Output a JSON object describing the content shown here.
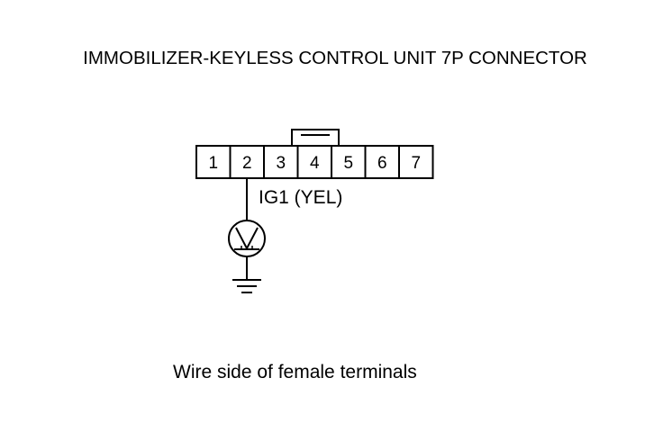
{
  "diagram": {
    "title": "IMMOBILIZER-KEYLESS CONTROL UNIT 7P CONNECTOR",
    "connector": {
      "terminals": [
        "1",
        "2",
        "3",
        "4",
        "5",
        "6",
        "7"
      ]
    },
    "wire": {
      "label": "IG1 (YEL)",
      "terminal": "2"
    },
    "meter": {
      "symbol": "V",
      "icon": "voltmeter-icon"
    },
    "ground": {
      "icon": "ground-icon"
    },
    "caption": "Wire side of female terminals",
    "colors": {
      "line": "#000000",
      "background": "#ffffff"
    }
  }
}
